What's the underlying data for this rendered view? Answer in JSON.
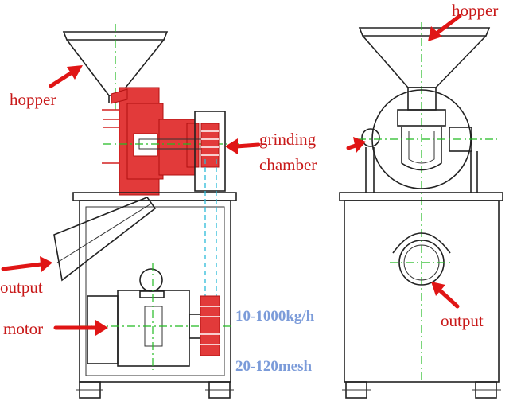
{
  "labels": {
    "hopper_left": "hopper",
    "hopper_right": "hopper",
    "grinding_line1": "grinding",
    "grinding_line2": "chamber",
    "output_left": "output",
    "output_right": "output",
    "motor": "motor"
  },
  "specs": {
    "capacity": "10-1000kg/h",
    "fineness": "20-120mesh"
  },
  "colors": {
    "label_red": "#c81818",
    "arrow_red": "#e01515",
    "spec_blue": "#7b9bd9",
    "centerline_green": "#22bb22",
    "belt_cyan": "#2bbbd8",
    "part_red": "#e23a3a"
  }
}
